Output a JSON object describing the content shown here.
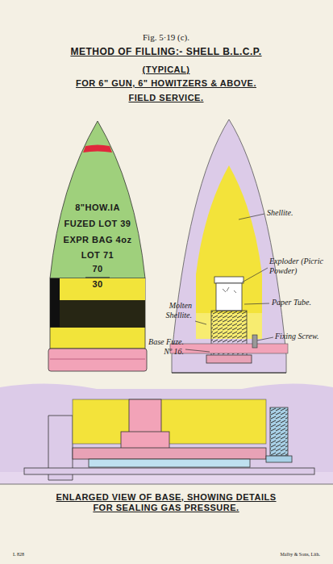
{
  "diagram": {
    "title": "METHOD OF FILLING:- SHELL B.L.C.P.",
    "caption": "ENLARGED VIEW OF BASE, SHOWING DETAILS FOR SEALING GAS PRESSURE.",
    "labels": [
      "Fig. 5·19 (c).",
      "(TYPICAL)",
      "FOR 6\" GUN, 6\" HOWITZERS & ABOVE.",
      "FIELD SERVICE.",
      "8\"HOW.IA",
      "FUZED LOT 39",
      "EXPR BAG 4oz",
      "LOT 71",
      "70",
      "30",
      "Shellite.",
      "Exploder (Picric Powder)",
      "Paper Tube.",
      "Molten Shellite.",
      "Base Fuze. Nº 16.",
      "Fixing Screw.",
      "L 828",
      "Malby & Sons, Lith."
    ]
  }
}
